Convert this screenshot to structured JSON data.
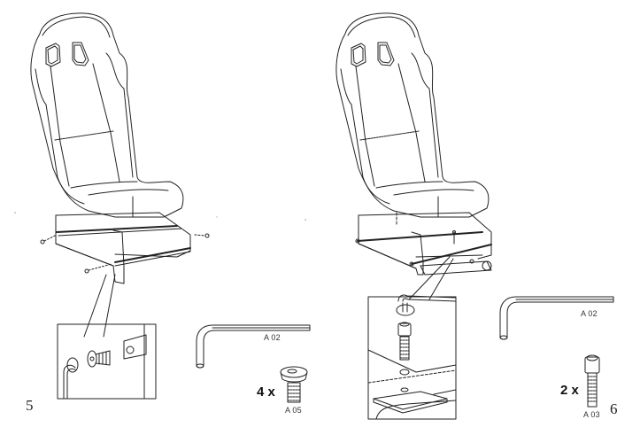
{
  "document": {
    "type": "assembly-instructions",
    "colors": {
      "line": "#222222",
      "background": "#ffffff"
    }
  },
  "steps": [
    {
      "number": "5",
      "illustration": "seat-mounted-on-side-frames-with-rods",
      "detail_callout": "allen-key-tightening-flat-head-screw-with-washer",
      "parts": [
        {
          "code": "A 02",
          "item": "allen-key",
          "quantity": ""
        },
        {
          "code": "A 05",
          "item": "flat-head-screw",
          "quantity": "4 x"
        }
      ]
    },
    {
      "number": "6",
      "illustration": "seat-with-center-slide-bar-underneath",
      "detail_callout": "allen-key-tightening-socket-cap-screw-through-plate",
      "parts": [
        {
          "code": "A 02",
          "item": "allen-key",
          "quantity": ""
        },
        {
          "code": "A 03",
          "item": "socket-cap-screw",
          "quantity": "2 x"
        }
      ]
    }
  ]
}
